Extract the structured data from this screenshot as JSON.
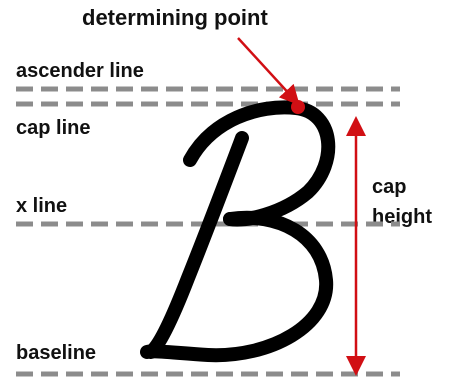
{
  "title": "determining point",
  "lines": {
    "ascender": "ascender line",
    "cap": "cap line",
    "x": "x line",
    "base": "baseline"
  },
  "measure": {
    "line1": "cap",
    "line2": "height"
  },
  "colors": {
    "guide": "#8c8c8c",
    "stroke": "#000000",
    "accent": "#d10f14"
  }
}
